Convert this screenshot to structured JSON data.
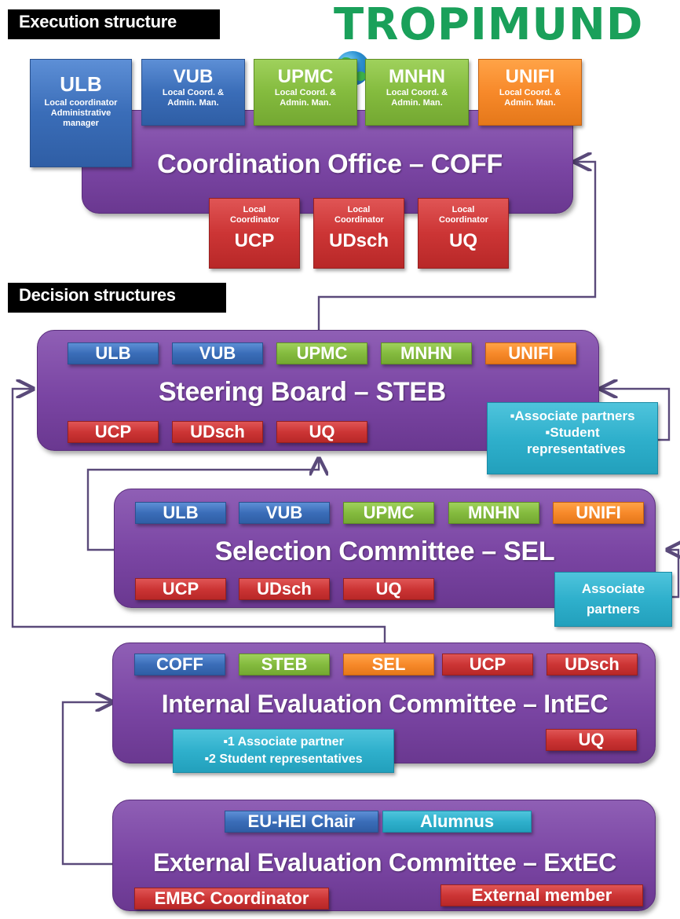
{
  "labels": {
    "execution": "Execution structure",
    "decision": "Decision structures"
  },
  "logo": {
    "text": "TROPIMUND"
  },
  "coff": {
    "title": "Coordination Office – COFF",
    "ulb": {
      "name": "ULB",
      "sub": "Local coordinator Administrative manager"
    },
    "partners": [
      {
        "name": "VUB",
        "sub": "Local Coord. & Admin. Man."
      },
      {
        "name": "UPMC",
        "sub": "Local Coord. & Admin. Man."
      },
      {
        "name": "MNHN",
        "sub": "Local Coord. & Admin. Man."
      },
      {
        "name": "UNIFI",
        "sub": "Local Coord. & Admin. Man."
      }
    ],
    "locals": [
      {
        "sub": "Local Coordinator",
        "name": "UCP"
      },
      {
        "sub": "Local Coordinator",
        "name": "UDsch"
      },
      {
        "sub": "Local Coordinator",
        "name": "UQ"
      }
    ]
  },
  "steb": {
    "title": "Steering Board – STEB",
    "top": [
      "ULB",
      "VUB",
      "UPMC",
      "MNHN",
      "UNIFI"
    ],
    "bottom": [
      "UCP",
      "UDsch",
      "UQ"
    ],
    "side": [
      "▪Associate partners",
      "▪Student representatives"
    ]
  },
  "sel": {
    "title": "Selection Committee – SEL",
    "top": [
      "ULB",
      "VUB",
      "UPMC",
      "MNHN",
      "UNIFI"
    ],
    "bottom": [
      "UCP",
      "UDsch",
      "UQ"
    ],
    "side": "Associate partners"
  },
  "intec": {
    "title": "Internal Evaluation Committee – IntEC",
    "top": [
      "COFF",
      "STEB",
      "SEL",
      "UCP",
      "UDsch"
    ],
    "uq": "UQ",
    "side": [
      "▪1 Associate partner",
      "▪2 Student representatives"
    ]
  },
  "extec": {
    "title": "External Evaluation Committee – ExtEC",
    "top": [
      "EU-HEI Chair",
      "Alumnus"
    ],
    "left": "EMBC Coordinator",
    "right": "External member"
  }
}
